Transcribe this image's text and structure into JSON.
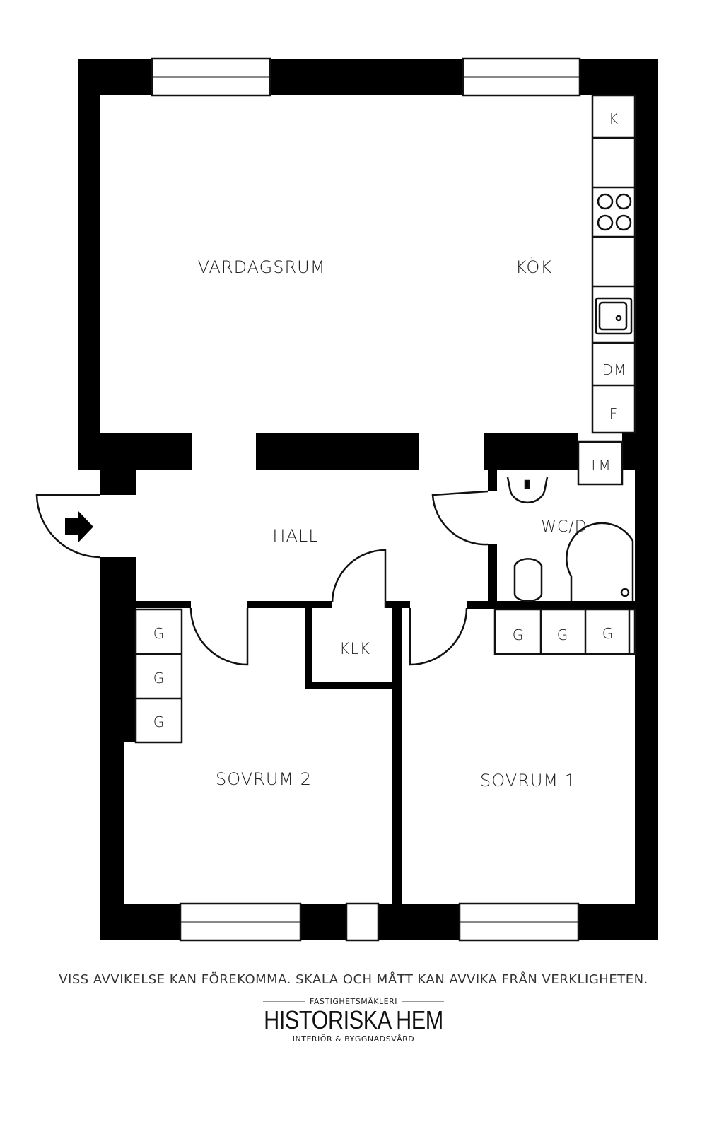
{
  "rooms": {
    "living": "VARDAGSRUM",
    "kitchen": "KÖK",
    "hall": "HALL",
    "bath": "WC/D",
    "closet": "KLK",
    "bedroom2": "SOVRUM 2",
    "bedroom1": "SOVRUM 1"
  },
  "fixtures": {
    "fridge_top": "K",
    "dishwasher": "DM",
    "freezer": "F",
    "washer": "TM",
    "wardrobe": "G"
  },
  "disclaimer": "VISS AVVIKELSE KAN FÖREKOMMA. SKALA OCH MÅTT KAN AVVIKA FRÅN VERKLIGHETEN.",
  "logo": {
    "top": "FASTIGHETSMÄKLERI",
    "name": "HISTORISKA HEM",
    "bottom": "INTERIÖR & BYGGNADSVÅRD"
  },
  "colors": {
    "wall": "#000000",
    "background": "#ffffff"
  }
}
